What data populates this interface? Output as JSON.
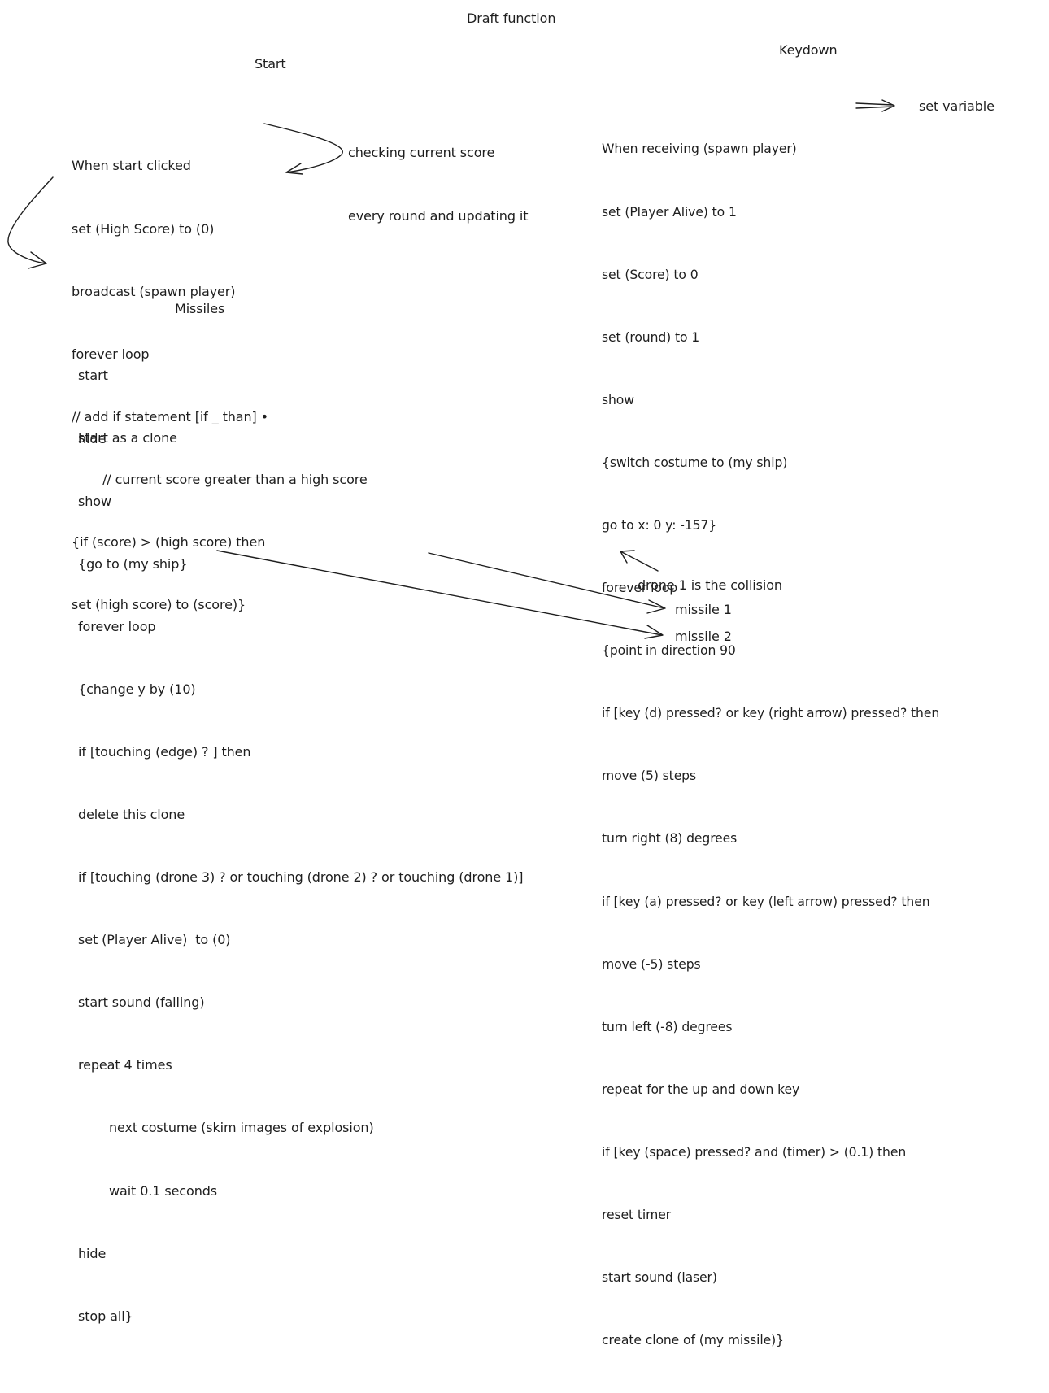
{
  "title": "Draft function",
  "start": {
    "heading": "Start",
    "lines": [
      "When start clicked",
      "set (High Score) to (0)",
      "broadcast (spawn player)",
      "forever loop",
      "// add if statement [if _ than] •",
      "// current score greater than a high score",
      "{if (score) > (high score) then",
      "set (high score) to (score)}"
    ],
    "note": [
      "checking current score",
      "every round and updating it"
    ]
  },
  "missiles": {
    "heading": "Missiles",
    "lines_a": [
      "start",
      "hide"
    ],
    "lines_b": [
      "start as a clone",
      "show",
      "{go to (my ship}",
      "forever loop",
      "{change y by (10)",
      "if [touching (edge) ? ] then",
      "delete this clone",
      "if [touching (drone 3) ? or touching (drone 2) ? or touching (drone 1)]",
      "set (Player Alive)  to (0)",
      "start sound (falling)",
      "repeat 4 times",
      "next costume (skim images of explosion)",
      "wait 0.1 seconds",
      "hide",
      "stop all}"
    ]
  },
  "keydown": {
    "heading": "Keydown",
    "lines": [
      "When receiving (spawn player)",
      "set (Player Alive) to 1",
      "set (Score) to 0",
      "set (round) to 1",
      "show",
      "{switch costume to (my ship)",
      "go to x: 0 y: -157}",
      "forever loop",
      "{point in direction 90",
      "if [key (d) pressed? or key (right arrow) pressed? then",
      "move (5) steps",
      "turn right (8) degrees",
      "if [key (a) pressed? or key (left arrow) pressed? then",
      "move (-5) steps",
      "turn left (-8) degrees",
      "repeat for the up and down key",
      "if [key (space) pressed? and (timer) > (0.1) then",
      "reset timer",
      "start sound (laser)",
      "create clone of (my missile)}"
    ],
    "side_note": "set variable"
  },
  "annotations": {
    "collision": "drone 1 is the collision",
    "missile1": "missile 1",
    "missile2": "missile 2"
  },
  "colors": {
    "ink": "#1e1e1e",
    "background": "#ffffff"
  }
}
